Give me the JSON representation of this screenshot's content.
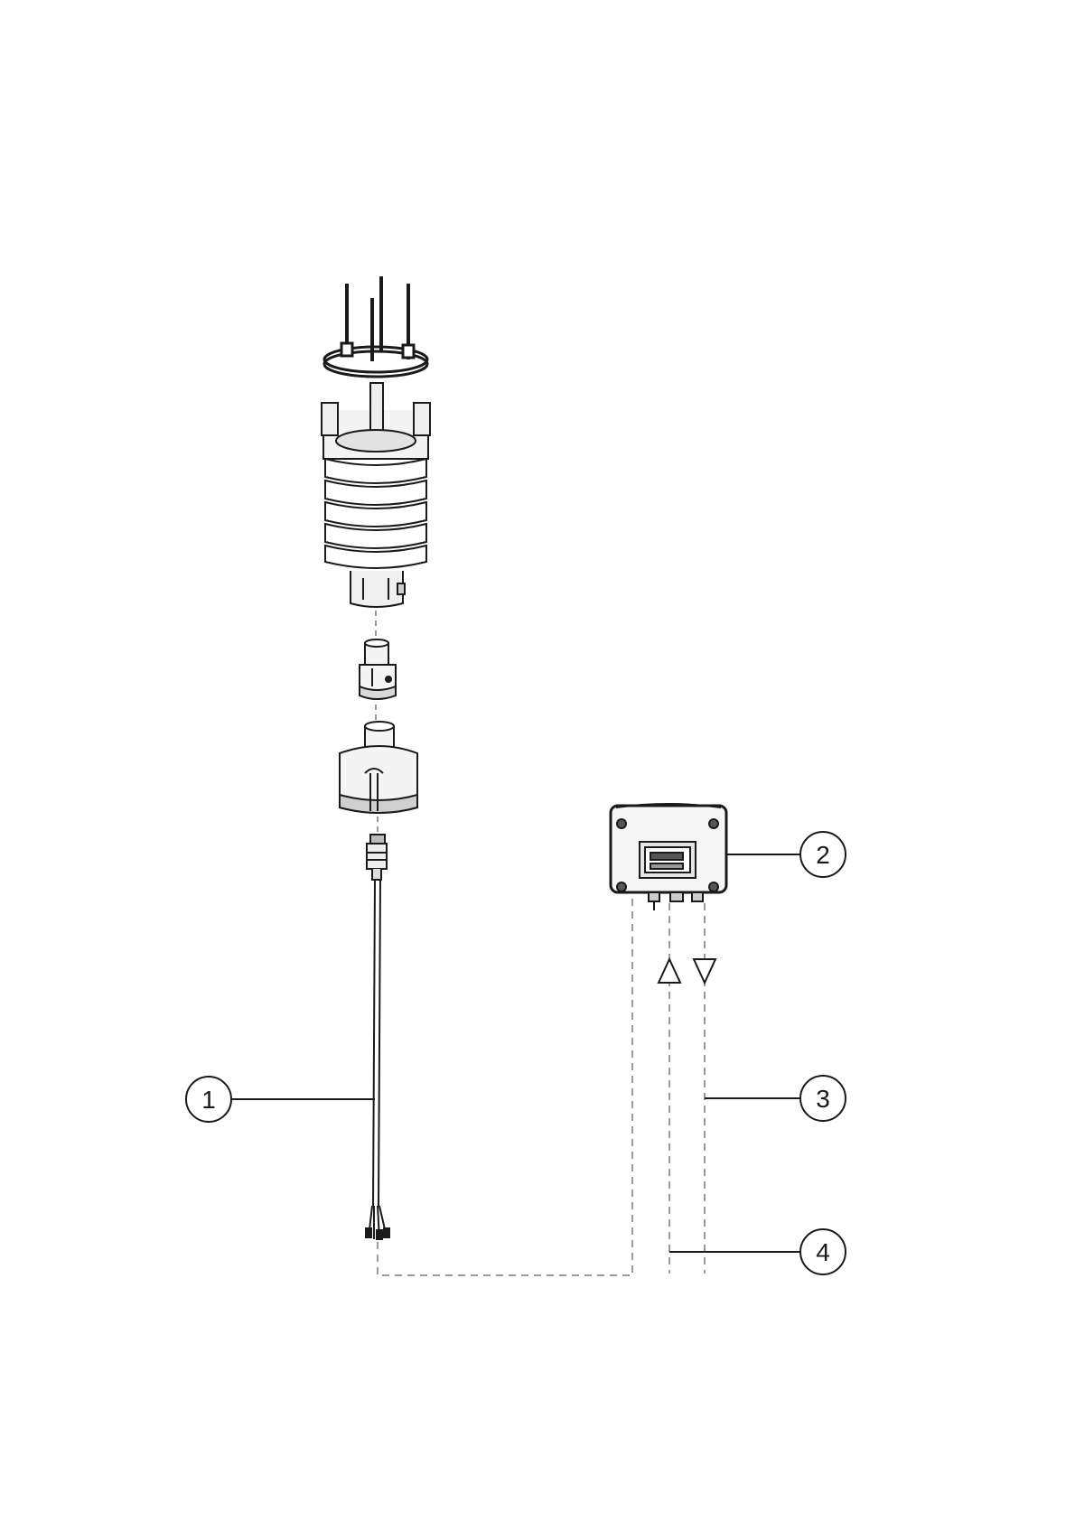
{
  "callouts": [
    {
      "id": "1",
      "label": "1"
    },
    {
      "id": "2",
      "label": "2"
    },
    {
      "id": "3",
      "label": "3"
    },
    {
      "id": "4",
      "label": "4"
    }
  ],
  "colors": {
    "line": "#1a1a1a",
    "shade": "#8c8c8c",
    "light": "#e6e6e6",
    "dashed": "#9a9a9a"
  }
}
